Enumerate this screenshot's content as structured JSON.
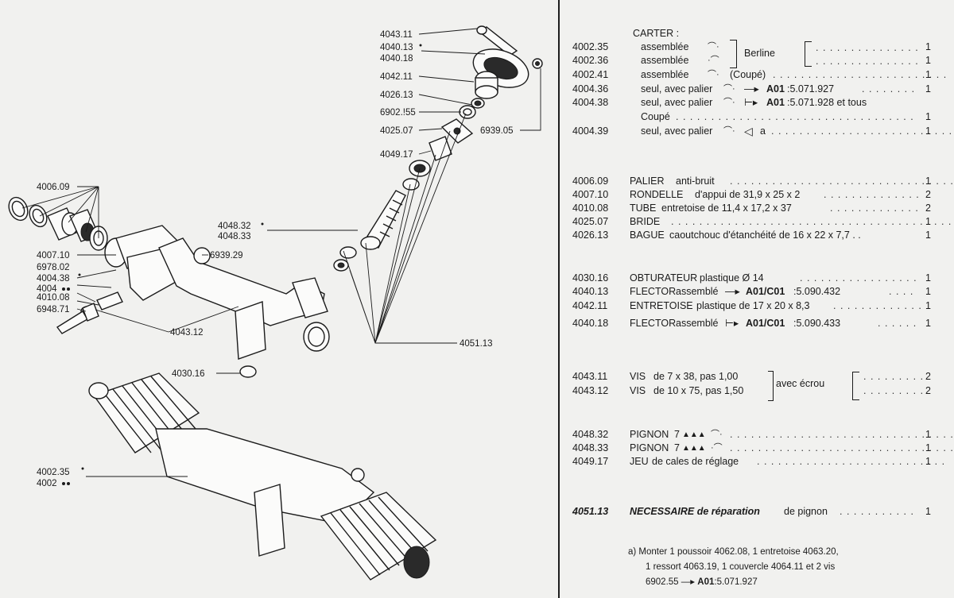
{
  "diagram": {
    "labels": {
      "l4043_11": "4043.11",
      "l4040_13": "4040.13",
      "l4040_18": "4040.18",
      "l4042_11": "4042.11",
      "l4026_13": "4026.13",
      "l6902_55": "6902.!55",
      "l4025_07": "4025.07",
      "l4049_17": "4049.17",
      "l6939_05": "6939.05",
      "l4006_09": "4006.09",
      "l4048_32": "4048.32",
      "l4048_33": "4048.33",
      "l4007_10": "4007.10",
      "l6939_29": "6939.29",
      "l6978_02": "6978.02",
      "l4004_38": "4004.38",
      "l4004": "4004",
      "l4010_08": "4010.08",
      "l6948_71": "6948.71",
      "l4043_12": "4043.12",
      "l4051_13": "4051.13",
      "l4030_16": "4030.16",
      "l4002_35": "4002.35",
      "l4002": "4002"
    }
  },
  "list": {
    "carter": {
      "title": "CARTER :",
      "berline": "Berline",
      "rows": [
        {
          "ref": "4002.35",
          "desc": "assemblée",
          "after": "",
          "qty": "1"
        },
        {
          "ref": "4002.36",
          "desc": "assemblée",
          "after": "",
          "qty": "1"
        },
        {
          "ref": "4002.41",
          "desc": "assemblée",
          "after": "(Coupé)",
          "qty": "1"
        },
        {
          "ref": "4004.36",
          "desc": "seul, avec palier",
          "after": "A01",
          "after2": ":5.071.927",
          "qty": "1"
        },
        {
          "ref": "4004.38",
          "desc": "seul, avec palier",
          "after": "A01",
          "after2": ":5.071.928 et tous",
          "qty": ""
        },
        {
          "ref": "",
          "desc": "Coupé",
          "after": "",
          "qty": "1"
        },
        {
          "ref": "4004.39",
          "desc": "seul, avec palier",
          "after": "a",
          "qty": "1"
        }
      ]
    },
    "group2": [
      {
        "ref": "4006.09",
        "name": "PALIER",
        "rest": "anti-bruit",
        "qty": "1"
      },
      {
        "ref": "4007.10",
        "name": "RONDELLE",
        "rest": "d'appui de 31,9 x 25 x 2",
        "qty": "2"
      },
      {
        "ref": "4010.08",
        "name": "TUBE",
        "rest": "entretoise de 11,4 x 17,2 x 37",
        "qty": "2"
      },
      {
        "ref": "4025.07",
        "name": "BRIDE",
        "rest": "",
        "qty": "1"
      },
      {
        "ref": "4026.13",
        "name": "BAGUE",
        "rest": "caoutchouc d'étanchéité de 16 x 22 x 7,7 . .",
        "qty": "1"
      }
    ],
    "group3": [
      {
        "ref": "4030.16",
        "name": "OBTURATEUR",
        "rest": "plastique Ø 14",
        "qty": "1"
      },
      {
        "ref": "4040.13",
        "name": "FLECTOR",
        "rest": "assemblé",
        "code": "A01/C01",
        "code2": ":5.090.432",
        "qty": "1"
      },
      {
        "ref": "4042.11",
        "name": "ENTRETOISE",
        "rest": "plastique de 17 x 20 x 8,3",
        "qty": "1"
      },
      {
        "ref": "4040.18",
        "name": "FLECTOR",
        "rest": "assemblé",
        "code": "A01/C01",
        "code2": ":5.090.433",
        "qty": "1"
      }
    ],
    "group4": {
      "avec": "avec écrou",
      "rows": [
        {
          "ref": "4043.11",
          "name": "VIS",
          "rest": "de 7 x 38, pas 1,00",
          "qty": "2"
        },
        {
          "ref": "4043.12",
          "name": "VIS",
          "rest": "de 10 x 75, pas 1,50",
          "qty": "2"
        }
      ]
    },
    "group5": [
      {
        "ref": "4048.32",
        "name": "PIGNON",
        "rest": "7",
        "qty": "1"
      },
      {
        "ref": "4048.33",
        "name": "PIGNON",
        "rest": "7",
        "qty": "1"
      },
      {
        "ref": "4049.17",
        "name": "JEU",
        "rest": "de cales de réglage",
        "qty": "1"
      }
    ],
    "kit": {
      "ref": "4051.13",
      "name": "NECESSAIRE de réparation",
      "rest": "de pignon",
      "qty": "1"
    },
    "note": {
      "line1": "a) Monter 1 poussoir 4062.08, 1 entretoise 4063.20,",
      "line2": "1 ressort  4063.19, 1 couvercle 4064.11 et 2  vis",
      "line3a": "6902.55",
      "line3b": "A01",
      "line3c": ":5.071.927"
    },
    "triangles": "▲▲▲"
  }
}
